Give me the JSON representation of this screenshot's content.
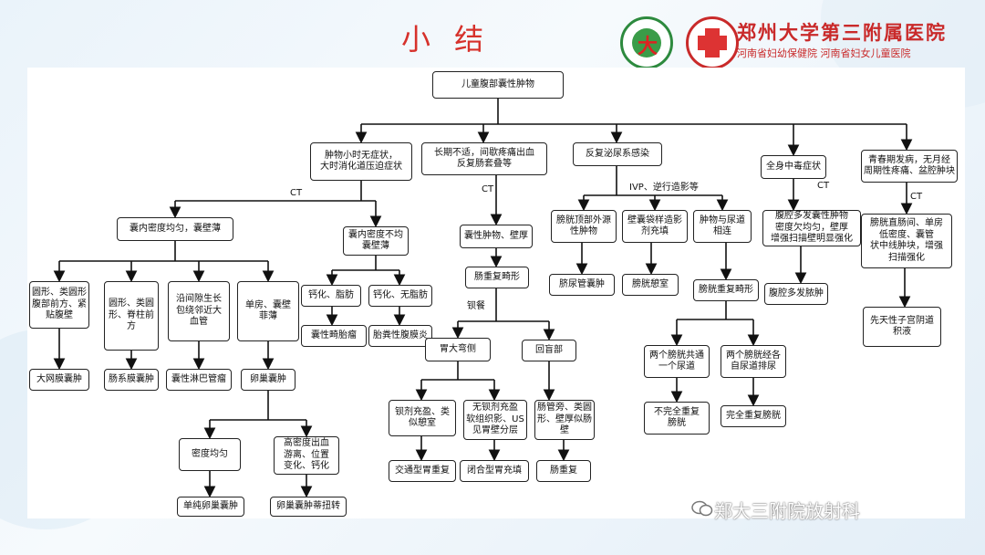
{
  "slide": {
    "title": "小 结",
    "hospital_name": "郑州大学第三附属医院",
    "hospital_subtitle": "河南省妇幼保健院  河南省妇女儿童医院",
    "watermark": "郑大三附院放射科",
    "colors": {
      "title": "#d6312b",
      "hospital": "#c92a2a",
      "box_border": "#222222"
    }
  },
  "diagram": {
    "nodes": {
      "root": "儿童腹部囊性肿物",
      "a1": "肿物小时无症状，\n大时消化道压迫症状",
      "a2": "长期不适，间歇疼痛出血\n反复肠套叠等",
      "a3": "反复泌尿系感染",
      "a4": "全身中毒症状",
      "a5": "青春期发病，无月经\n周期性疼痛、盆腔肿块",
      "b1": "囊内密度均匀，囊壁薄",
      "b2": "囊内密度不均\n囊壁薄",
      "c1": "圆形、类圆形\n腹部前方、紧\n贴腹壁",
      "c2": "圆形、类圆\n形、脊柱前\n方",
      "c3": "沿间隙生长\n包绕邻近大\n血管",
      "c4": "单房、囊壁\n菲薄",
      "d1": "大网膜囊肿",
      "d2": "肠系膜囊肿",
      "d3": "囊性淋巴管瘤",
      "d4": "卵巢囊肿",
      "e1": "密度均匀",
      "e2": "高密度出血\n游离、位置\n变化、钙化",
      "f1": "单纯卵巢囊肿",
      "f2": "卵巢囊肿蒂扭转",
      "g1": "钙化、脂肪",
      "g2": "钙化、无脂肪",
      "h1": "囊性畸胎瘤",
      "h2": "胎粪性腹膜炎",
      "i1": "囊性肿物、壁厚",
      "i2": "肠重复畸形",
      "j1": "胃大弯侧",
      "j2": "回盲部",
      "k1": "钡剂充盈、类\n似憩室",
      "k2": "无钡剂充盈\n软组织影、US\n见胃壁分层",
      "k3": "肠管旁、类圆\n形、壁厚似肠\n壁",
      "l1": "交通型胃重复",
      "l2": "闭合型胃充填",
      "l3": "肠重复",
      "m1": "膀胱顶部外源\n性肿物",
      "m2": "壁囊袋样造影\n剂充填",
      "m3": "肿物与尿道\n相连",
      "n1": "脐尿管囊肿",
      "n2": "膀胱憩室",
      "n3": "膀胱重复畸形",
      "o1": "两个膀胱共通\n一个尿道",
      "o2": "两个膀胱经各\n自尿道排尿",
      "p1": "不完全重复\n膀胱",
      "p2": "完全重复膀胱",
      "q1": "腹腔多发囊性肿物\n密度欠均匀，壁厚\n增强扫描壁明显强化",
      "q2": "腹腔多发脓肿",
      "r1": "膀胱直肠间、单房\n低密度、囊管\n状中线肿块，增强\n扫描强化",
      "r2": "先天性子宫阴道\n积液"
    },
    "edge_labels": {
      "ct1": "CT",
      "ct2": "CT",
      "ivp": "IVP、逆行造影等",
      "ct3": "CT",
      "ct4": "CT",
      "barium": "钡餐"
    }
  }
}
